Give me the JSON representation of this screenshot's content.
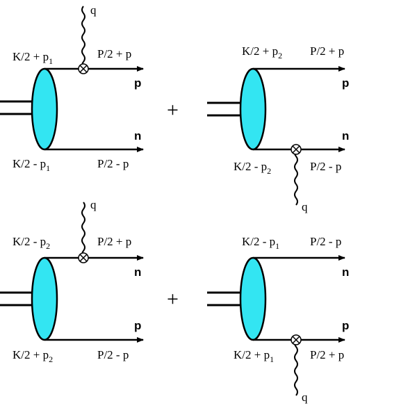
{
  "colors": {
    "blob_fill": "#33e5f2",
    "ink": "#000000"
  },
  "plus_sign": "+",
  "diagrams": [
    {
      "photon_label": "q",
      "photon_vertex": "upper",
      "upper_left_label": "K/2 + p",
      "upper_left_sub": "1",
      "upper_right_label": "P/2 + p",
      "upper_nucleon": "p",
      "lower_left_label": "K/2 - p",
      "lower_left_sub": "1",
      "lower_right_label": "P/2 - p",
      "lower_nucleon": "n"
    },
    {
      "photon_label": "q",
      "photon_vertex": "lower",
      "upper_left_label": "K/2 + p",
      "upper_left_sub": "2",
      "upper_right_label": "P/2 + p",
      "upper_nucleon": "p",
      "lower_left_label": "K/2 - p",
      "lower_left_sub": "2",
      "lower_right_label": "P/2 - p",
      "lower_nucleon": "n"
    },
    {
      "photon_label": "q",
      "photon_vertex": "upper",
      "upper_left_label": "K/2 - p",
      "upper_left_sub": "2",
      "upper_right_label": "P/2 + p",
      "upper_nucleon": "n",
      "lower_left_label": "K/2 + p",
      "lower_left_sub": "2",
      "lower_right_label": "P/2 - p",
      "lower_nucleon": "p"
    },
    {
      "photon_label": "q",
      "photon_vertex": "lower",
      "upper_left_label": "K/2 - p",
      "upper_left_sub": "1",
      "upper_right_label": "P/2 - p",
      "upper_nucleon": "n",
      "lower_left_label": "K/2 + p",
      "lower_left_sub": "1",
      "lower_right_label": "P/2 + p",
      "lower_nucleon": "p"
    }
  ]
}
